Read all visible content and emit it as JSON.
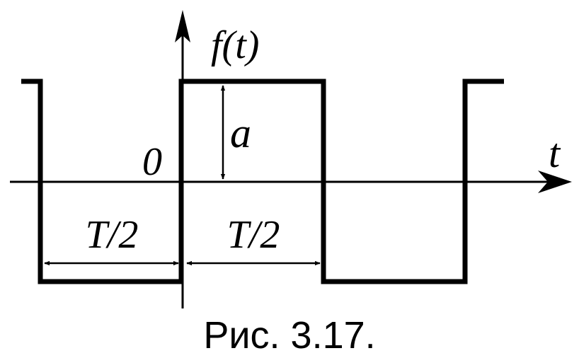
{
  "labels": {
    "y_axis": "f(t)",
    "x_axis": "t",
    "origin": "0",
    "amplitude": "a",
    "half_period_left": "T/2",
    "half_period_right": "T/2"
  },
  "caption": "Рис. 3.17.",
  "colors": {
    "ink": "#000000",
    "background": "#ffffff"
  }
}
